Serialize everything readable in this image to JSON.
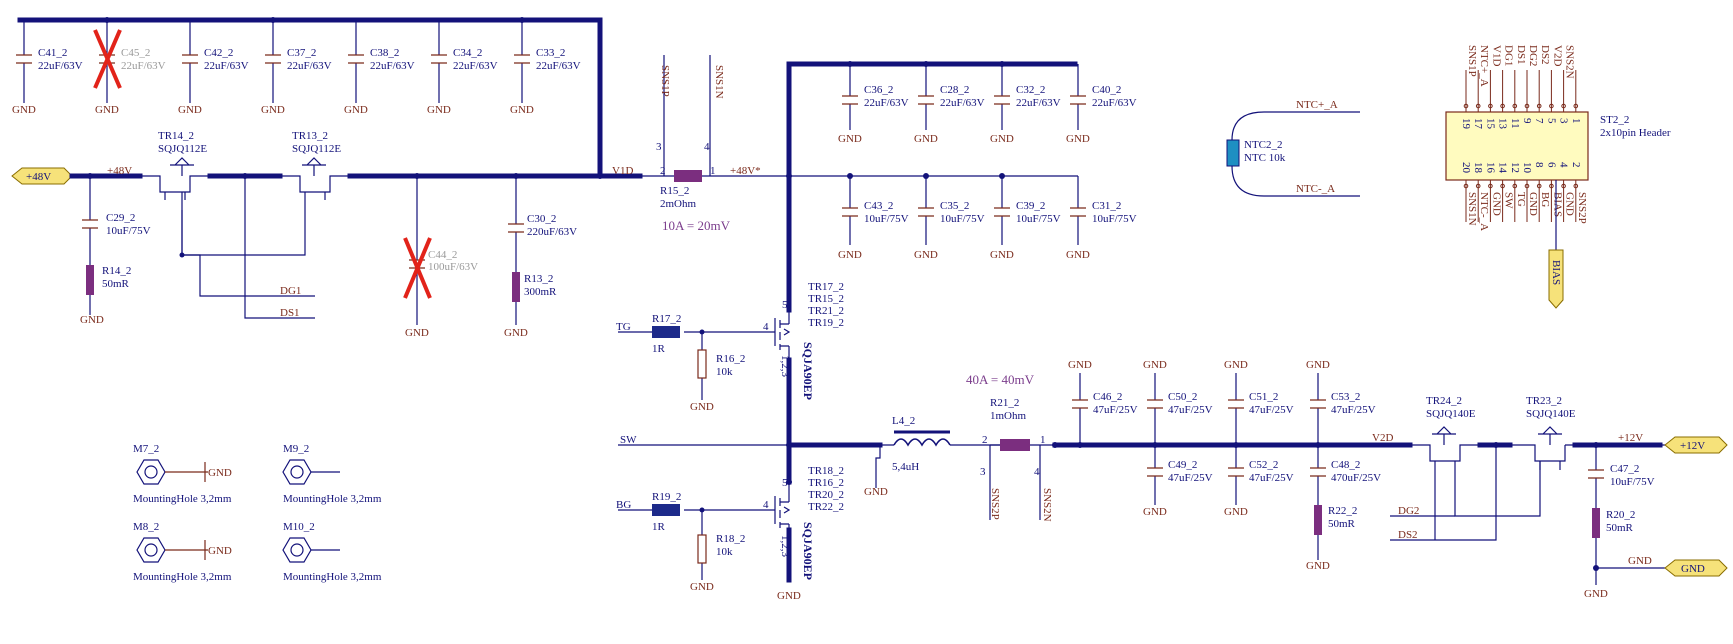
{
  "nets": {
    "p48": "+48V",
    "p48_star": "+48V*",
    "v1d": "V1D",
    "v2d": "V2D",
    "p12": "+12V",
    "gnd": "GND",
    "tg": "TG",
    "bg": "BG",
    "sw": "SW",
    "dg1": "DG1",
    "ds1": "DS1",
    "dg2": "DG2",
    "ds2": "DS2",
    "ntc_p": "NTC+_A",
    "ntc_n": "NTC-_A",
    "bias": "BIAS",
    "sns1p": "SNS1P",
    "sns1n": "SNS1N",
    "sns2p": "SNS2P",
    "sns2n": "SNS2N",
    "dot": "."
  },
  "ports": {
    "in48": "+48V",
    "out12": "+12V",
    "gnd": "GND",
    "bias": "BIAS"
  },
  "caps_top": [
    {
      "ref": "C41_2",
      "val": "22uF/63V"
    },
    {
      "ref": "C45_2",
      "val": "22uF/63V"
    },
    {
      "ref": "C42_2",
      "val": "22uF/63V"
    },
    {
      "ref": "C37_2",
      "val": "22uF/63V"
    },
    {
      "ref": "C38_2",
      "val": "22uF/63V"
    },
    {
      "ref": "C34_2",
      "val": "22uF/63V"
    },
    {
      "ref": "C33_2",
      "val": "22uF/63V"
    }
  ],
  "caps_mid_top": [
    {
      "ref": "C36_2",
      "val": "22uF/63V"
    },
    {
      "ref": "C28_2",
      "val": "22uF/63V"
    },
    {
      "ref": "C32_2",
      "val": "22uF/63V"
    },
    {
      "ref": "C40_2",
      "val": "22uF/63V"
    }
  ],
  "caps_mid_bot": [
    {
      "ref": "C43_2",
      "val": "10uF/75V"
    },
    {
      "ref": "C35_2",
      "val": "10uF/75V"
    },
    {
      "ref": "C39_2",
      "val": "10uF/75V"
    },
    {
      "ref": "C31_2",
      "val": "10uF/75V"
    }
  ],
  "caps_out_top": [
    {
      "ref": "C46_2",
      "val": "47uF/25V"
    },
    {
      "ref": "C50_2",
      "val": "47uF/25V"
    },
    {
      "ref": "C51_2",
      "val": "47uF/25V"
    },
    {
      "ref": "C53_2",
      "val": "47uF/25V"
    }
  ],
  "caps_out_bot": [
    {
      "ref": "C49_2",
      "val": "47uF/25V"
    },
    {
      "ref": "C52_2",
      "val": "47uF/25V"
    },
    {
      "ref": "C48_2",
      "val": "470uF/25V"
    }
  ],
  "parts": {
    "c29": {
      "ref": "C29_2",
      "val": "10uF/75V"
    },
    "r14": {
      "ref": "R14_2",
      "val": "50mR"
    },
    "c30": {
      "ref": "C30_2",
      "val": "220uF/63V"
    },
    "r13": {
      "ref": "R13_2",
      "val": "300mR"
    },
    "c44": {
      "ref": "C44_2",
      "val": "100uF/63V"
    },
    "tr14": {
      "ref": "TR14_2",
      "val": "SQJQ112E"
    },
    "tr13": {
      "ref": "TR13_2",
      "val": "SQJQ112E"
    },
    "r15": {
      "ref": "R15_2",
      "val": "2mOhm",
      "note": "10A = 20mV"
    },
    "r17": {
      "ref": "R17_2",
      "val": "1R"
    },
    "r16": {
      "ref": "R16_2",
      "val": "10k"
    },
    "r19": {
      "ref": "R19_2",
      "val": "1R"
    },
    "r18": {
      "ref": "R18_2",
      "val": "10k"
    },
    "q_hi": {
      "refs": [
        "TR17_2",
        "TR15_2",
        "TR21_2",
        "TR19_2"
      ],
      "val": "SQJA90EP"
    },
    "q_lo": {
      "refs": [
        "TR18_2",
        "TR16_2",
        "TR20_2",
        "TR22_2"
      ],
      "val": "SQJA90EP"
    },
    "l4": {
      "ref": "L4_2",
      "val": "5,4uH"
    },
    "r21": {
      "ref": "R21_2",
      "val": "1mOhm",
      "note": "40A = 40mV"
    },
    "r22": {
      "ref": "R22_2",
      "val": "50mR"
    },
    "tr24": {
      "ref": "TR24_2",
      "val": "SQJQ140E"
    },
    "tr23": {
      "ref": "TR23_2",
      "val": "SQJQ140E"
    },
    "c47": {
      "ref": "C47_2",
      "val": "10uF/75V"
    },
    "r20": {
      "ref": "R20_2",
      "val": "50mR"
    },
    "ntc": {
      "ref": "NTC2_2",
      "val": "NTC 10k"
    },
    "st2": {
      "ref": "ST2_2",
      "val": "2x10pin Header"
    }
  },
  "holes": [
    {
      "ref": "M7_2",
      "val": "MountingHole 3,2mm"
    },
    {
      "ref": "M9_2",
      "val": "MountingHole 3,2mm"
    },
    {
      "ref": "M8_2",
      "val": "MountingHole 3,2mm"
    },
    {
      "ref": "M10_2",
      "val": "MountingHole 3,2mm"
    }
  ],
  "header": {
    "top_pins": [
      "SNS1P",
      "NTC+_A",
      "V1D",
      "DG1",
      "DS1",
      "DG2",
      "DS2",
      "V2D",
      "SNS2N"
    ],
    "top_nums": [
      "19",
      "17",
      "15",
      "13",
      "11",
      "9",
      "7",
      "5",
      "3",
      "1"
    ],
    "bot_pins": [
      "SNS1N",
      "NTC-_A",
      "GND",
      "SW",
      "TG",
      "GND",
      "BG",
      "BIAS",
      "GND",
      "SNS2P"
    ],
    "bot_nums": [
      "20",
      "18",
      "16",
      "14",
      "12",
      "10",
      "8",
      "6",
      "4",
      "2"
    ]
  },
  "pin_nums": {
    "p1": "1",
    "p2": "2",
    "p3": "3",
    "p4": "4",
    "p5": "5",
    "p123": "1,2,3"
  }
}
